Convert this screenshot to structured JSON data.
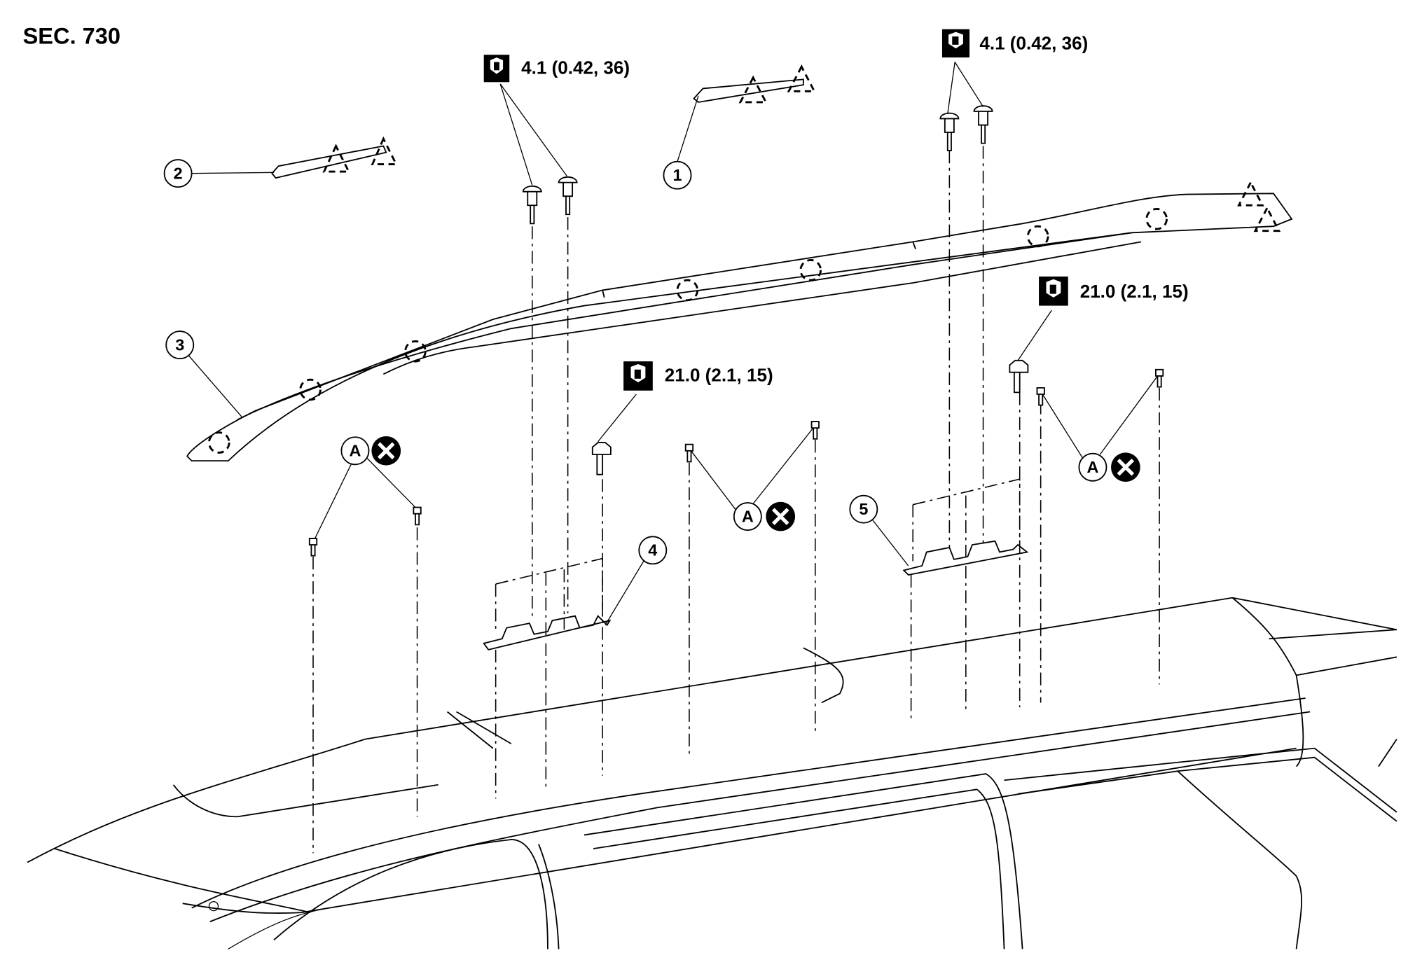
{
  "section_label": "SEC. 730",
  "torque_specs": [
    {
      "value": "4.1 (0.42, 36)",
      "icon": "torque-wrench-icon"
    },
    {
      "value": "4.1 (0.42, 36)",
      "icon": "torque-wrench-icon"
    },
    {
      "value": "21.0 (2.1, 15)",
      "icon": "torque-wrench-icon"
    },
    {
      "value": "21.0 (2.1, 15)",
      "icon": "torque-wrench-icon"
    }
  ],
  "callouts": [
    "1",
    "2",
    "3",
    "4",
    "5"
  ],
  "reference_mark": "A",
  "reference_icon": "do-not-reuse-icon"
}
